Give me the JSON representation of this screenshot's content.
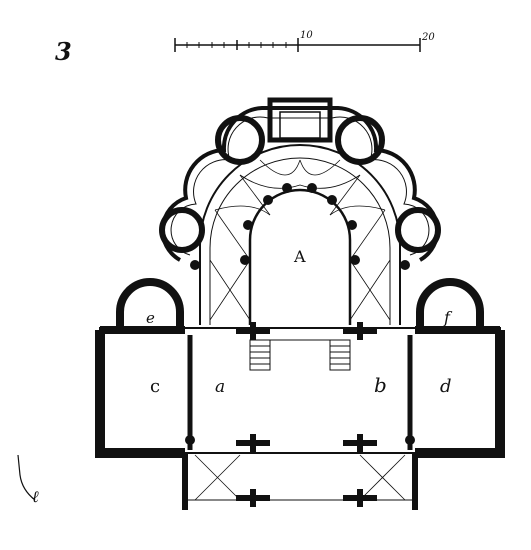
{
  "figure_number": "3",
  "scale_bar": {
    "mid_label": "10",
    "end_label": "20"
  },
  "room_labels": {
    "apse": "A",
    "chapel_left": "e",
    "chapel_right": "f",
    "room_c": "c",
    "aisle_a": "a",
    "aisle_b": "b",
    "room_d": "d"
  },
  "margin_mark": "ℓ"
}
